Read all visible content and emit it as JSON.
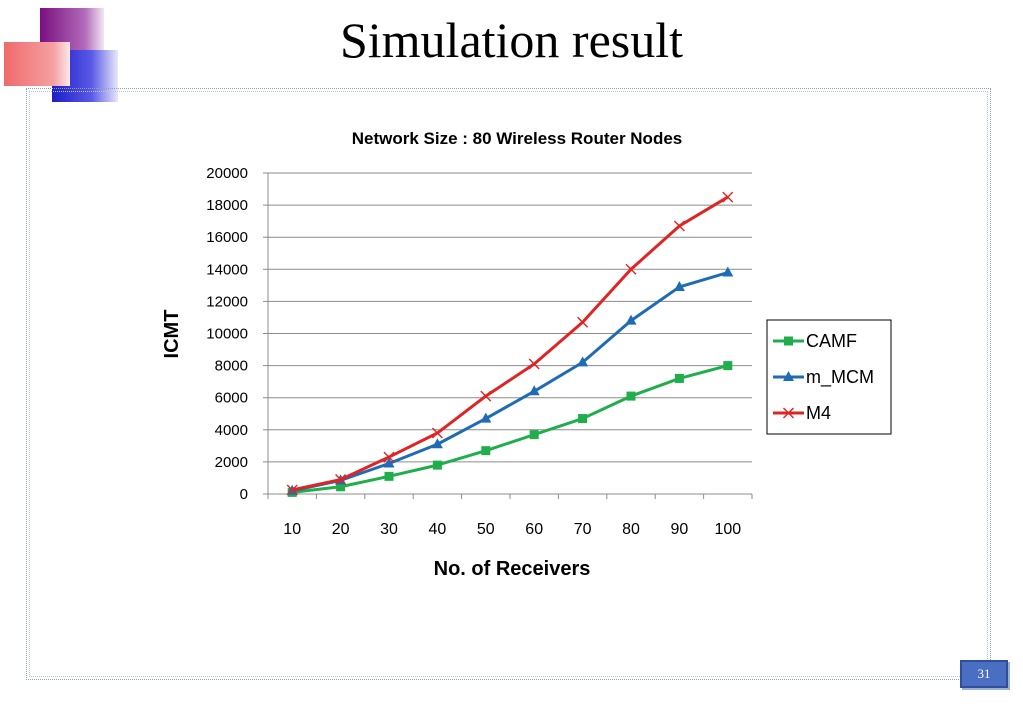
{
  "slide": {
    "title": "Simulation result",
    "page_number": "31"
  },
  "colors": {
    "deco_purple": "#8e1b8e",
    "deco_red": "#f0585b",
    "deco_blue": "#2b2bd8",
    "camf": "#1fae4b",
    "m_mcm": "#1f6cb5",
    "m4": "#e02424"
  },
  "chart_data": {
    "type": "line",
    "title": "Network Size : 80 Wireless Router Nodes",
    "xlabel": "No. of Receivers",
    "ylabel": "ICMT",
    "x": [
      10,
      20,
      30,
      40,
      50,
      60,
      70,
      80,
      90,
      100
    ],
    "ylim": [
      0,
      20000
    ],
    "yticks": [
      0,
      2000,
      4000,
      6000,
      8000,
      10000,
      12000,
      14000,
      16000,
      18000,
      20000
    ],
    "grid": true,
    "legend_position": "right",
    "series": [
      {
        "name": "CAMF",
        "marker": "square",
        "color": "#1fae4b",
        "values": [
          100,
          450,
          1100,
          1800,
          2700,
          3700,
          4700,
          6100,
          7200,
          8000
        ]
      },
      {
        "name": "m_MCM",
        "marker": "triangle",
        "color": "#1f6cb5",
        "values": [
          200,
          850,
          1900,
          3100,
          4700,
          6400,
          8200,
          10800,
          12900,
          13800
        ]
      },
      {
        "name": "M4",
        "marker": "x",
        "color": "#e02424",
        "values": [
          250,
          900,
          2300,
          3800,
          6100,
          8100,
          10700,
          14000,
          16700,
          18500
        ]
      }
    ]
  }
}
